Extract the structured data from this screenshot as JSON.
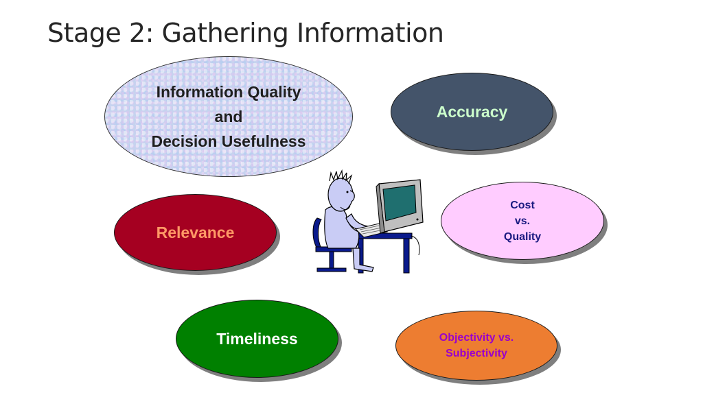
{
  "slide": {
    "title": "Stage 2: Gathering Information"
  },
  "bubbles": {
    "main": {
      "lines": [
        "Information Quality",
        "and",
        "Decision Usefulness"
      ]
    },
    "accuracy": {
      "label": "Accuracy"
    },
    "relevance": {
      "label": "Relevance"
    },
    "cost": {
      "lines": [
        "Cost",
        "vs.",
        "Quality"
      ]
    },
    "timeliness": {
      "label": "Timeliness"
    },
    "objectivity": {
      "lines": [
        "Objectivity vs.",
        "Subjectivity"
      ]
    }
  },
  "colors": {
    "accuracy_fill": "#44546a",
    "accuracy_text": "#ccffcc",
    "relevance_fill": "#a50021",
    "relevance_text": "#ff9966",
    "cost_fill": "#ffccff",
    "cost_text": "#1a1a80",
    "timeliness_fill": "#008000",
    "timeliness_text": "#ffffff",
    "objectivity_fill": "#ed7d31",
    "objectivity_text": "#9900cc",
    "main_fill": "#c6d3ef"
  },
  "clipart": {
    "icon": "person-at-computer-icon"
  }
}
